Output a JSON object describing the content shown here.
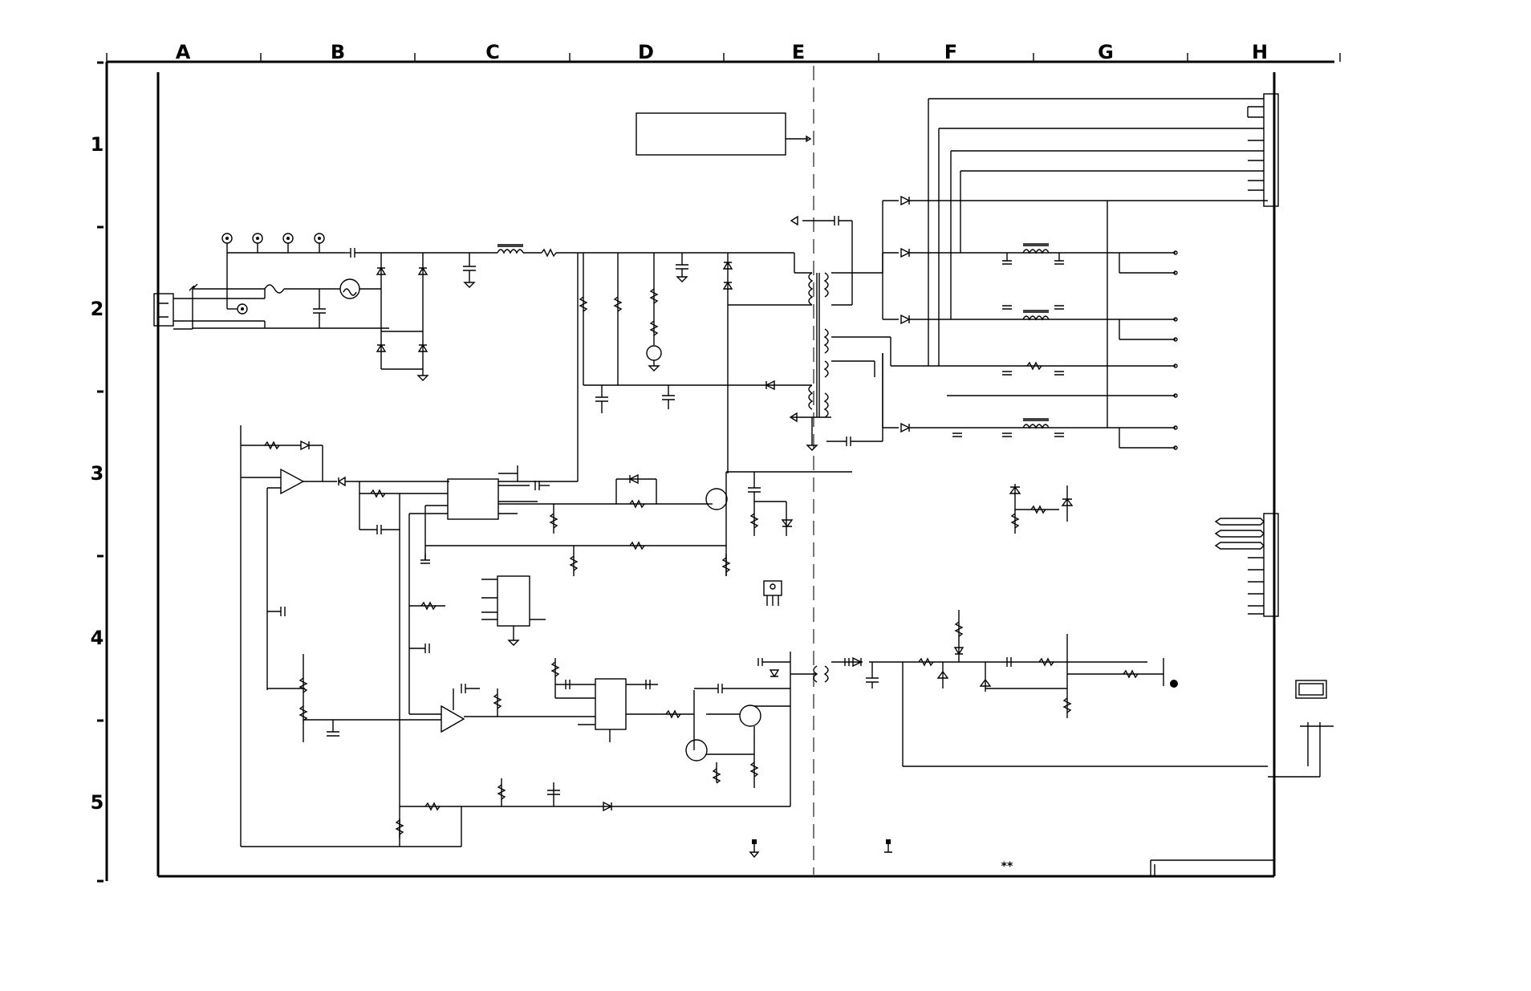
{
  "columns": [
    "A",
    "B",
    "C",
    "D",
    "E",
    "F",
    "G",
    "H"
  ],
  "rows": [
    "1",
    "2",
    "3",
    "4",
    "5"
  ],
  "note": "**",
  "icons": {
    "resistor": "resistor-icon",
    "capacitor": "capacitor-icon",
    "diode": "diode-icon",
    "inductor": "inductor-icon",
    "transformer": "transformer-icon",
    "op_amp": "op-amp-icon",
    "ic": "ic-icon",
    "transistor": "transistor-icon",
    "mosfet": "mosfet-icon",
    "ground": "ground-icon",
    "connector": "connector-icon"
  },
  "colors": {
    "line": "#000000",
    "isolation_line": "#777777",
    "background": "#ffffff"
  }
}
